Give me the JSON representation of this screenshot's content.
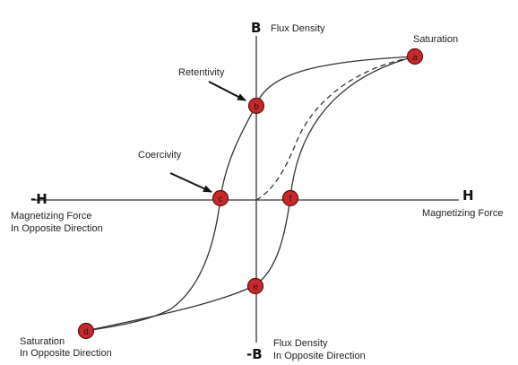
{
  "axes": {
    "top_symbol": "B",
    "top_label": "Flux Density",
    "bottom_symbol": "-B",
    "bottom_label_line1": "Flux Density",
    "bottom_label_line2": "In Opposite Direction",
    "right_symbol": "H",
    "right_label": "Magnetizing Force",
    "left_symbol": "-H",
    "left_label_line1": "Magnetizing Force",
    "left_label_line2": "In Opposite Direction"
  },
  "annotations": {
    "saturation": "Saturation",
    "saturation_opposite_line1": "Saturation",
    "saturation_opposite_line2": "In Opposite Direction",
    "retentivity": "Retentivity",
    "coercivity": "Coercivity"
  },
  "points": {
    "a": "a",
    "b": "b",
    "c": "c",
    "d": "d",
    "e": "e",
    "f": "f"
  },
  "colors": {
    "point_fill": "#c8282a",
    "point_stroke": "#5a1010",
    "curve": "#333333",
    "axis": "#333333"
  }
}
